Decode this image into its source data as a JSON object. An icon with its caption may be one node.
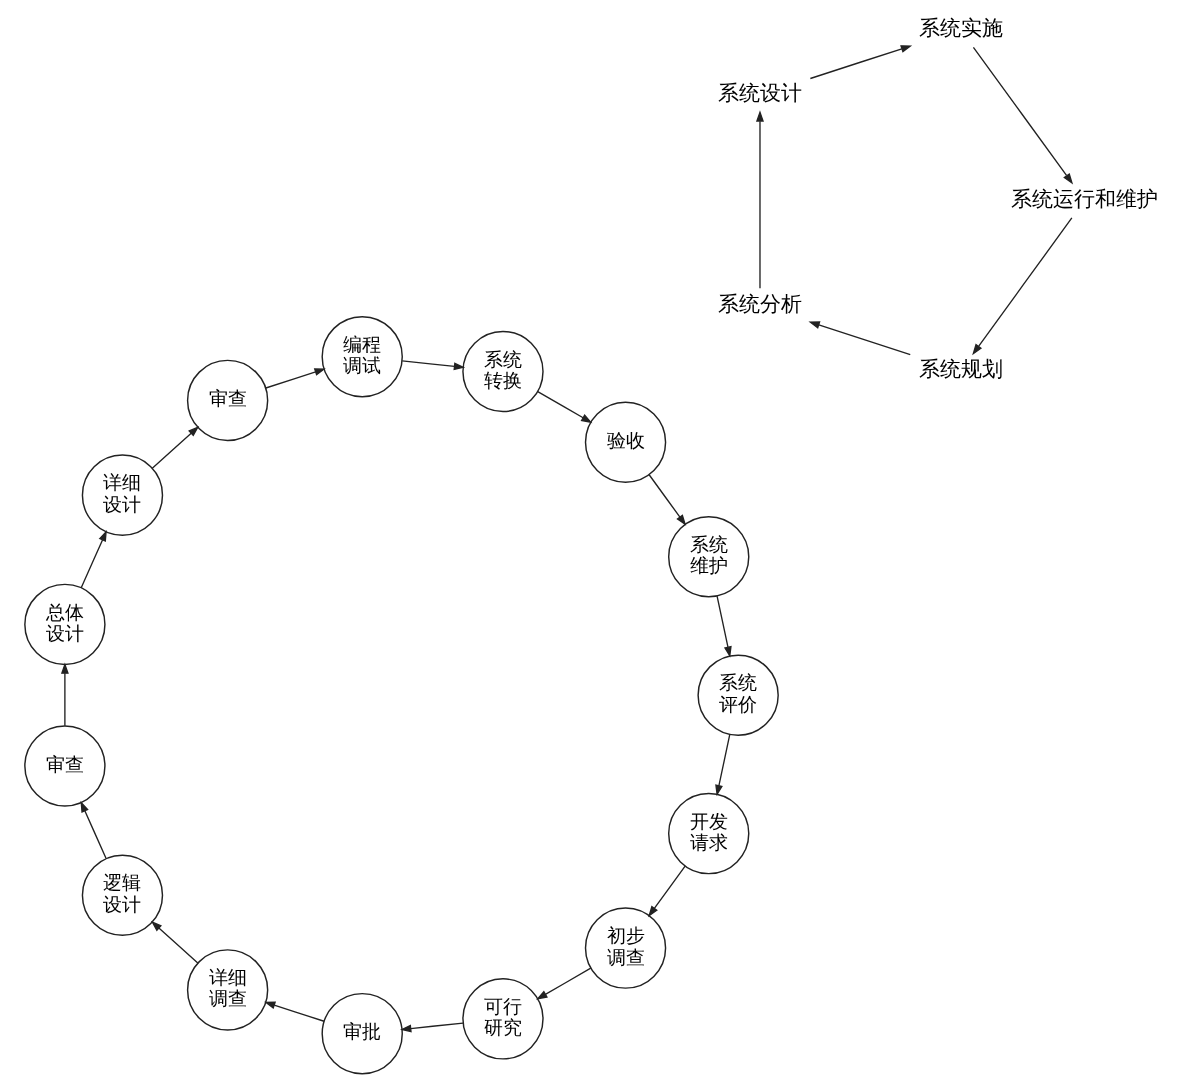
{
  "diagram": {
    "nodes": [
      {
        "text": [
          "开发请求"
        ]
      },
      {
        "text": [
          "初步调查"
        ]
      },
      {
        "text": [
          "可行研究"
        ]
      },
      {
        "text": [
          "审批"
        ]
      },
      {
        "text": [
          "详细调查"
        ]
      },
      {
        "text": [
          "逻辑设计"
        ]
      },
      {
        "text": [
          "审查"
        ]
      },
      {
        "text": [
          "总体设计"
        ]
      },
      {
        "text": [
          "详细设计"
        ]
      },
      {
        "text": [
          "审查"
        ]
      },
      {
        "text": [
          "编程调试"
        ]
      },
      {
        "text": [
          "系统转换"
        ]
      },
      {
        "text": [
          "验收"
        ]
      },
      {
        "text": [
          "系统维护"
        ]
      },
      {
        "text": [
          "系统评价"
        ]
      },
      {
        "text": [
          "系统规划"
        ]
      },
      {
        "text": [
          "系统分析"
        ]
      },
      {
        "text": [
          "系统设计"
        ]
      },
      {
        "text": [
          "系统实施"
        ]
      },
      {
        "text": [
          "系统运行和维护"
        ]
      }
    ],
    "edges": [
      {
        "from": 0,
        "to": 1,
        "arrow": "to"
      },
      {
        "from": 1,
        "to": 2,
        "arrow": "to"
      },
      {
        "from": 2,
        "to": 3,
        "arrow": "to"
      },
      {
        "from": 3,
        "to": 4,
        "arrow": "to"
      },
      {
        "from": 4,
        "to": 5,
        "arrow": "to"
      },
      {
        "from": 5,
        "to": 6,
        "arrow": "to"
      },
      {
        "from": 6,
        "to": 7,
        "arrow": "to"
      },
      {
        "from": 7,
        "to": 8,
        "arrow": "to"
      },
      {
        "from": 8,
        "to": 9,
        "arrow": "to"
      },
      {
        "from": 9,
        "to": 10,
        "arrow": "to"
      },
      {
        "from": 10,
        "to": 11,
        "arrow": "to"
      },
      {
        "from": 11,
        "to": 12,
        "arrow": "to"
      },
      {
        "from": 12,
        "to": 13,
        "arrow": "to"
      },
      {
        "from": 13,
        "to": 14,
        "arrow": "to"
      },
      {
        "from": 14,
        "to": 0,
        "arrow": "to"
      },
      {
        "from": 15,
        "to": 16,
        "arrow": "to"
      },
      {
        "from": 16,
        "to": 17,
        "arrow": "to"
      },
      {
        "from": 17,
        "to": 18,
        "arrow": "to"
      },
      {
        "from": 18,
        "to": 19,
        "arrow": "to"
      },
      {
        "from": 19,
        "to": 15,
        "arrow": "to"
      }
    ]
  }
}
